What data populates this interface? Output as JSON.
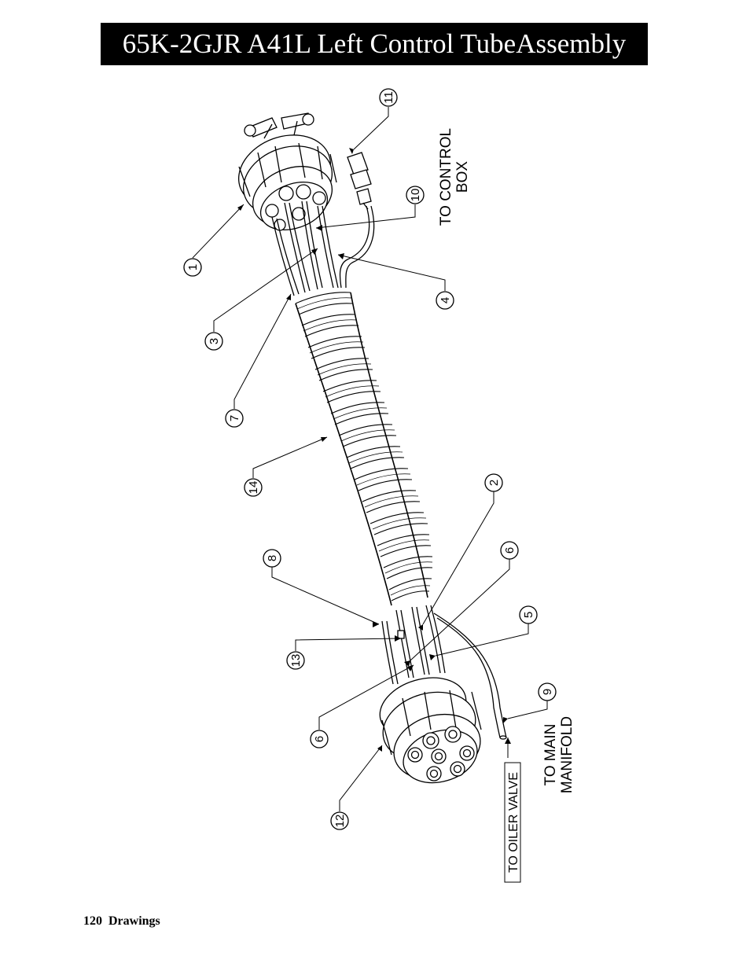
{
  "title": "65K-2GJR A41L Left Control TubeAssembly",
  "footer": {
    "page_number": "120",
    "section": "Drawings"
  },
  "callouts": [
    "1",
    "2",
    "3",
    "4",
    "5",
    "6",
    "6",
    "7",
    "8",
    "9",
    "10",
    "11",
    "12",
    "13",
    "14"
  ],
  "notes": {
    "to_control": "TO CONTROL",
    "box": "BOX",
    "to_main": "TO MAIN",
    "manifold": "MANIFOLD",
    "to_oiler_valve": "TO OILER VALVE"
  }
}
